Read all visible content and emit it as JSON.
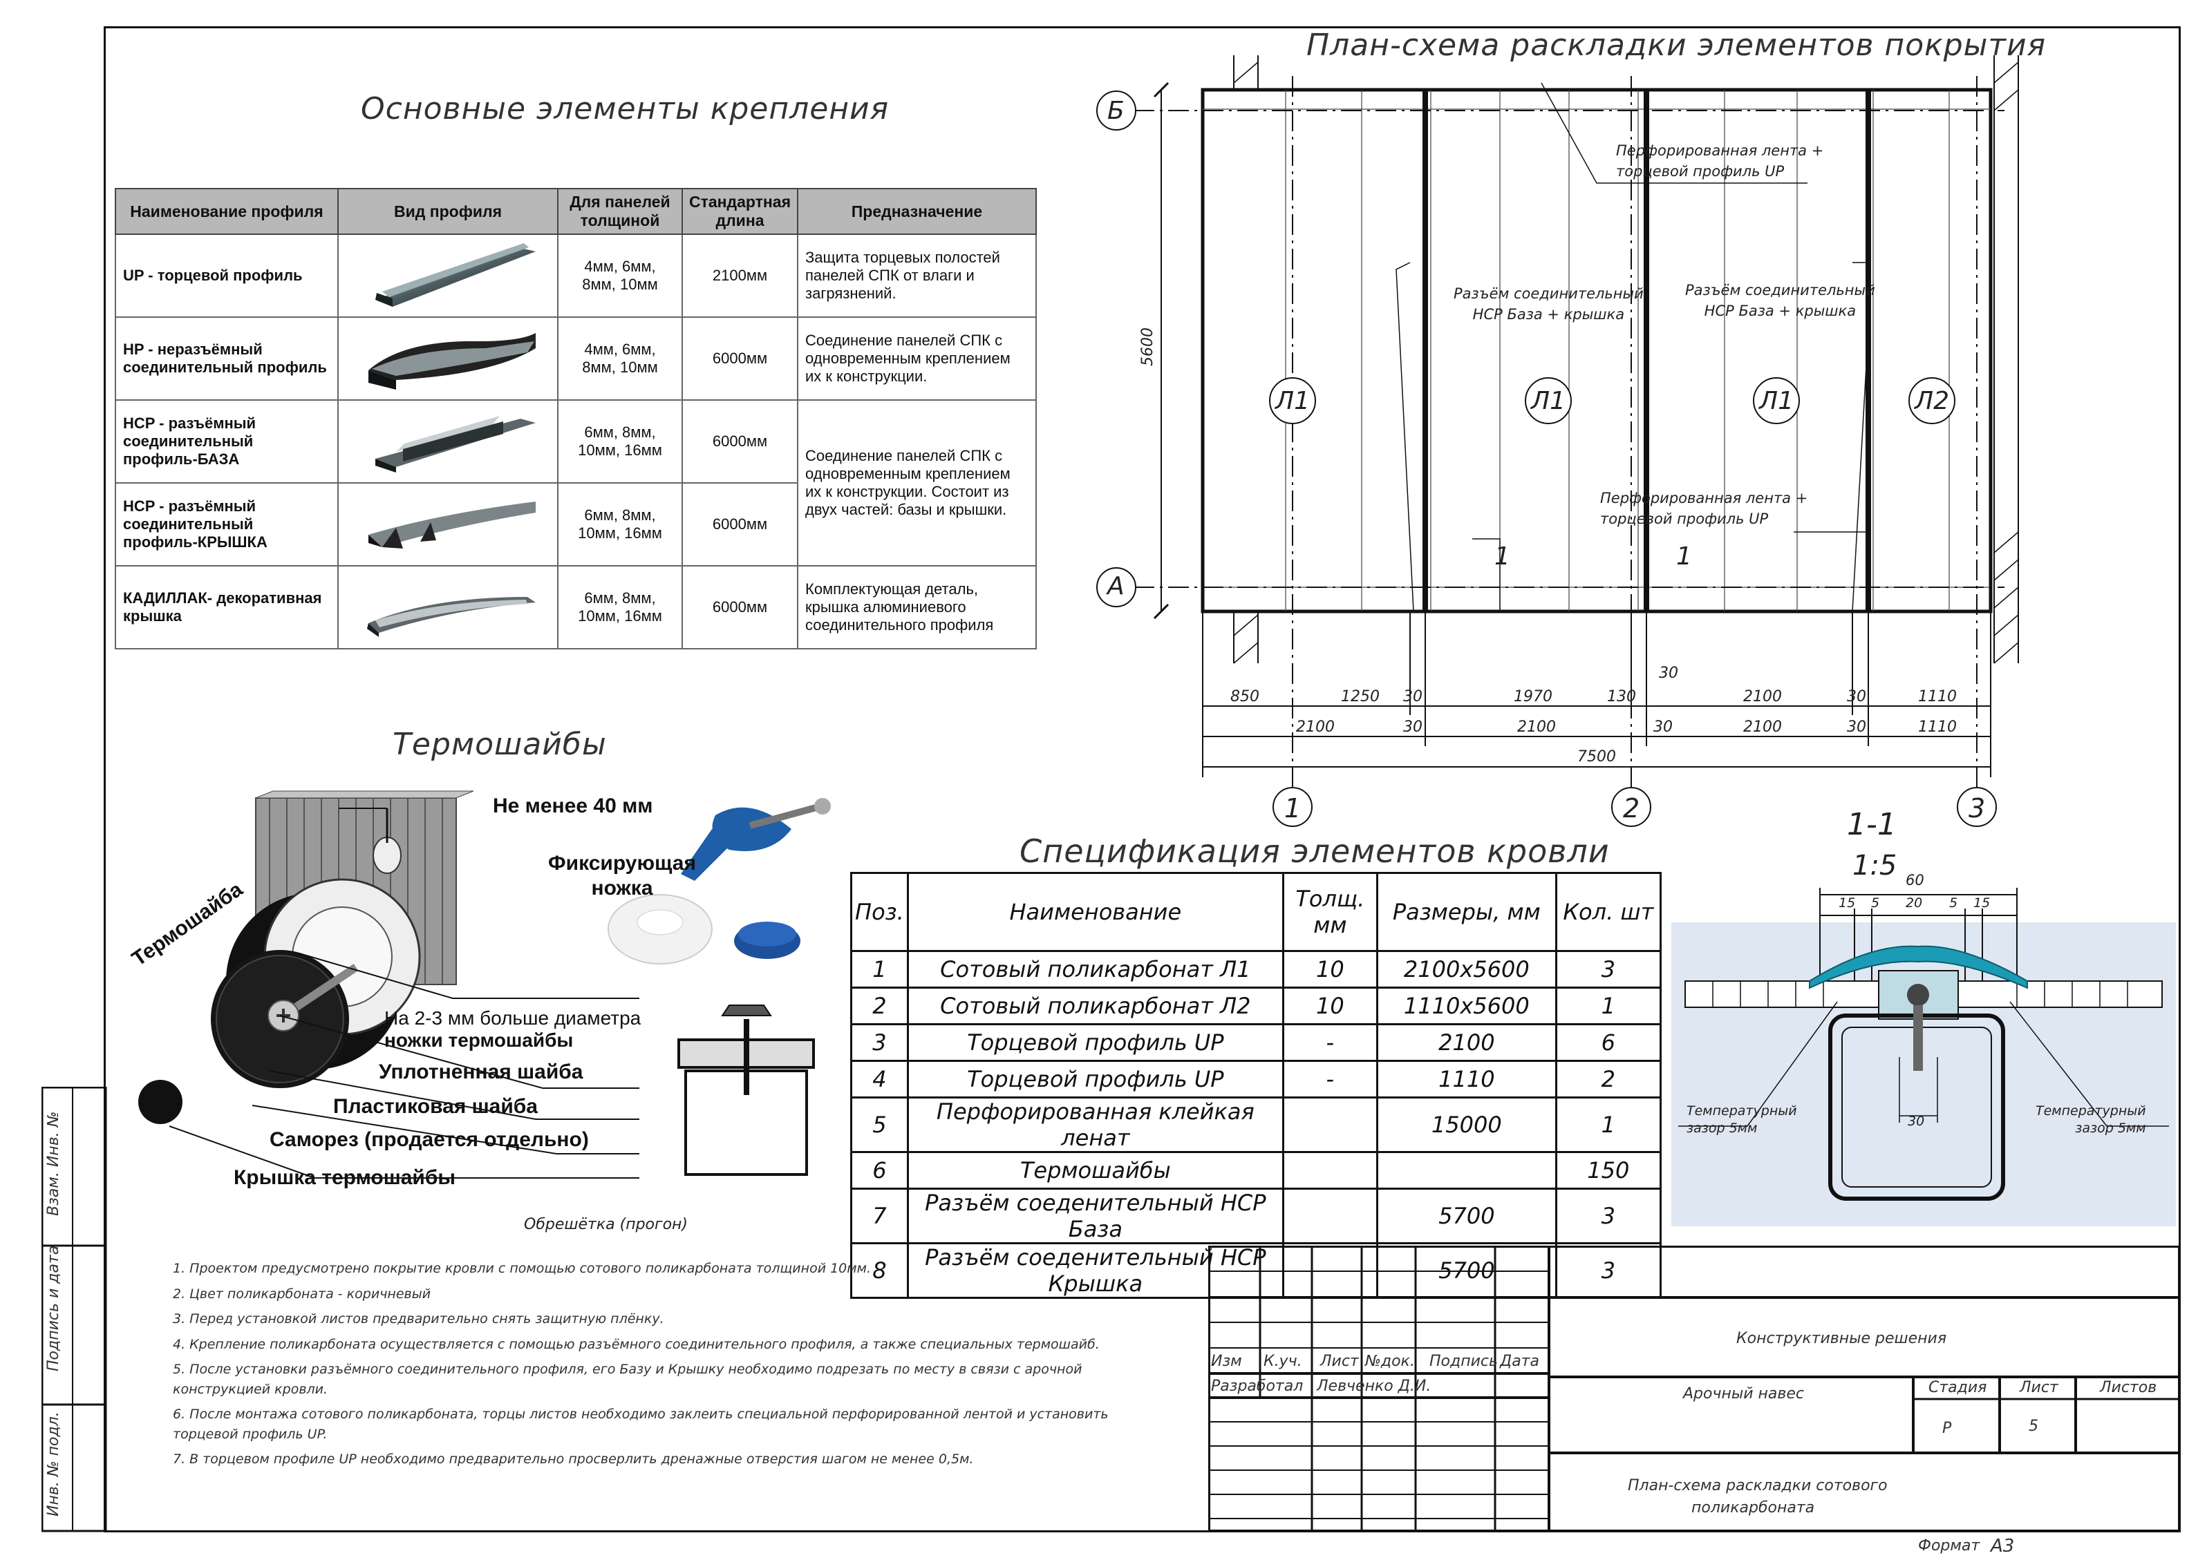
{
  "headings": {
    "fasteners": "Основные элементы крепления",
    "washers": "Термошайбы",
    "plan": "План-схема раскладки элементов покрытия",
    "spec": "Спецификация элементов кровли",
    "section": "1-1",
    "section_scale": "1:5"
  },
  "profile_table": {
    "headers": [
      "Наименование профиля",
      "Вид профиля",
      "Для панелей толщиной",
      "Стандартная длина",
      "Предназначение"
    ],
    "rows": [
      {
        "name": "UP - торцевой профиль",
        "icon": "up-end-profile-icon",
        "thickness": "4мм, 6мм, 8мм, 10мм",
        "length": "2100мм",
        "purpose": "Защита торцевых полостей панелей СПК от влаги и загрязнений."
      },
      {
        "name": "HP - неразъёмный соединительный профиль",
        "icon": "hp-connecting-profile-icon",
        "thickness": "4мм, 6мм, 8мм, 10мм",
        "length": "6000мм",
        "purpose": "Соединение панелей СПК с одновременным креплением их к конструкции."
      },
      {
        "name": "HCP - разъёмный соединительный профиль-БАЗА",
        "icon": "hcp-base-profile-icon",
        "thickness": "6мм, 8мм, 10мм, 16мм",
        "length": "6000мм",
        "purpose": "Соединение панелей СПК с одновременным креплением их к конструкции. Состоит из двух частей: базы и крышки."
      },
      {
        "name": "HCP - разъёмный соединительный профиль-КРЫШКА",
        "icon": "hcp-cap-profile-icon",
        "thickness": "6мм, 8мм, 10мм, 16мм",
        "length": "6000мм",
        "purpose": ""
      },
      {
        "name": "КАДИЛЛАК- декоративная крышка",
        "icon": "cadillac-cap-icon",
        "thickness": "6мм, 8мм, 10мм, 16мм",
        "length": "6000мм",
        "purpose": "Комплектующая деталь, крышка алюминиевого соединительного профиля"
      }
    ]
  },
  "washer_labels": {
    "min40": "Не менее 40 мм",
    "fixing_leg": "Фиксирующая ножка",
    "thermo_washer": "Термошайба",
    "diameter_note_1": "На 2-3 мм больше диаметра",
    "diameter_note_2": "ножки термошайбы",
    "sealing": "Уплотненная шайба",
    "plastic": "Пластиковая шайба",
    "screw": "Саморез (продается отдельно)",
    "cap": "Крышка термошайбы",
    "purlin": "Обрешётка (прогон)"
  },
  "plan": {
    "axes_letters": [
      "Б",
      "А"
    ],
    "axes_numbers": [
      "1",
      "2",
      "3"
    ],
    "sheets": [
      "Л1",
      "Л1",
      "Л1",
      "Л2"
    ],
    "height_dim": "5600",
    "callouts": {
      "perforated_top": [
        "Перфорированная лента +",
        "торцевой профиль UP"
      ],
      "perforated_mid": [
        "Перфорированная лента +",
        "торцевой профиль UP"
      ],
      "hcp_left": [
        "Разъём соединительный",
        "HCP База + крышка"
      ],
      "hcp_right": [
        "Разъём соединительный",
        "HCP База + крышка"
      ],
      "cut_mark": "1"
    },
    "dims_row1": [
      "850",
      "1250",
      "30",
      "1970",
      "130",
      "30",
      "2100",
      "30",
      "1110"
    ],
    "dims_row2": [
      "2100",
      "30",
      "2100",
      "30",
      "2100",
      "30",
      "1110"
    ],
    "dims_total": "7500"
  },
  "section": {
    "dims_top": "60",
    "dims_parts": [
      "15",
      "5",
      "20",
      "5",
      "15"
    ],
    "dims_inner": "30",
    "gap_left": [
      "Температурный",
      "зазор 5мм"
    ],
    "gap_right": [
      "Температурный",
      "зазор 5мм"
    ]
  },
  "spec_table": {
    "headers": [
      "Поз.",
      "Наименование",
      "Толщ. мм",
      "Размеры, мм",
      "Кол. шт"
    ],
    "rows": [
      [
        "1",
        "Сотовый поликарбонат   Л1",
        "10",
        "2100х5600",
        "3"
      ],
      [
        "2",
        "Сотовый поликарбонат   Л2",
        "10",
        "1110х5600",
        "1"
      ],
      [
        "3",
        "Торцевой профиль UP",
        "-",
        "2100",
        "6"
      ],
      [
        "4",
        "Торцевой профиль UP",
        "-",
        "1110",
        "2"
      ],
      [
        "5",
        "Перфорированная клейкая ленат",
        "",
        "15000",
        "1"
      ],
      [
        "6",
        "Термошайбы",
        "",
        "",
        "150"
      ],
      [
        "7",
        "Разъём соеденительный HCP  База",
        "",
        "5700",
        "3"
      ],
      [
        "8",
        "Разъём соеденительный HCP Крышка",
        "",
        "5700",
        "3"
      ]
    ]
  },
  "notes": [
    "1.  Проектом предусмотрено покрытие кровли с помощью сотового поликарбоната толщиной 10мм.",
    "2.  Цвет поликарбоната - коричневый",
    "3.  Перед установкой листов предварительно снять защитную плёнку.",
    "4.  Крепление поликарбоната осуществляется с помощью разъёмного соединительного профиля, а также специальных термошайб.",
    "5.  После установки разъёмного соединительного профиля, его Базу и Крышку необходимо подрезать по месту в связи с арочной конструкцией кровли.",
    "6.  После монтажа сотового поликарбоната, торцы листов необходимо заклеить специальной перфорированной лентой и установить торцевой профиль UP.",
    "7.  В торцевом профиле UP необходимо предварительно просверлить дренажные отверстия шагом не менее 0,5м."
  ],
  "title_block": {
    "col_headers": [
      "Изм",
      "К.уч.",
      "Лист",
      "№док.",
      "Подпись",
      "Дата"
    ],
    "developed_label": "Разработал",
    "developer": "Левченко Д.И.",
    "section_name": "Конструктивные решения",
    "object": "Арочный навес",
    "stage_header": "Стадия",
    "sheet_header": "Лист",
    "sheets_header": "Листов",
    "stage": "Р",
    "sheet": "5",
    "sheets": "",
    "drawing_title_1": "План-схема раскладки сотового",
    "drawing_title_2": "поликарбоната",
    "format_label": "Формат",
    "format": "А3"
  },
  "side_stamp": [
    "Взам. Инв. №",
    "Подпись и дата",
    "Инв. № подл."
  ]
}
